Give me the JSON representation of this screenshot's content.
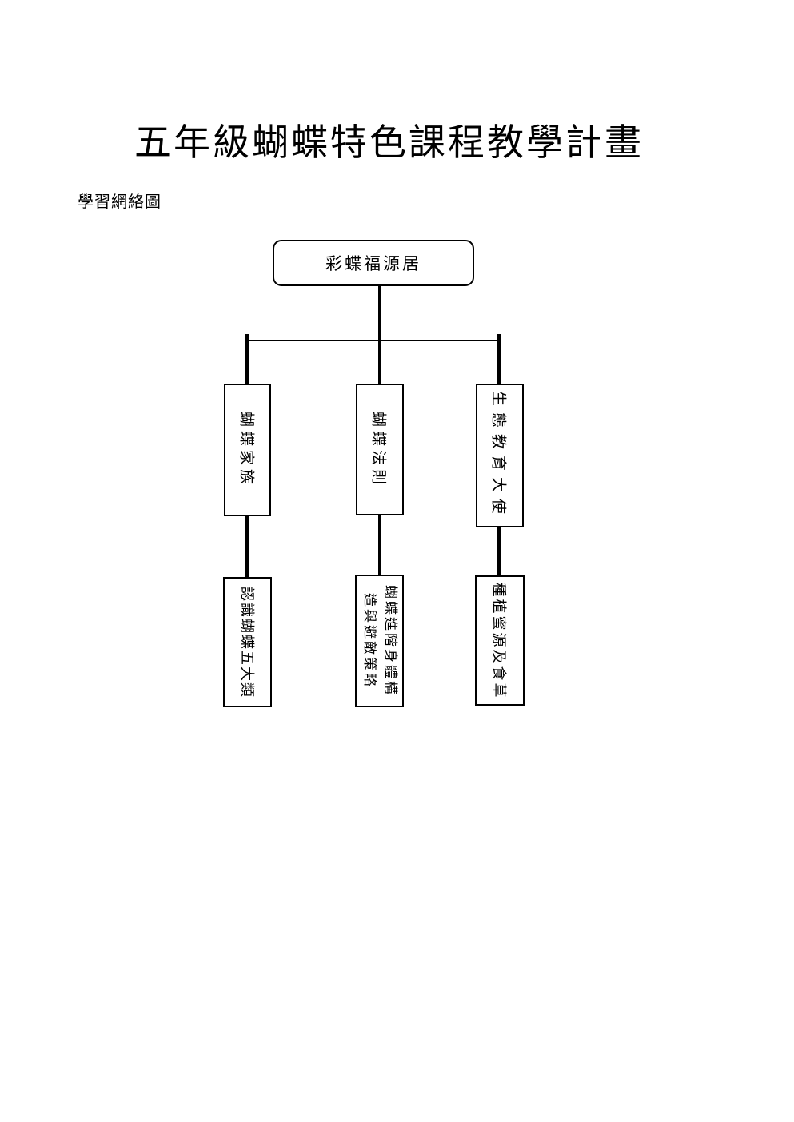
{
  "page": {
    "title": "五年級蝴蝶特色課程教學計畫",
    "caption": "學習網絡圖"
  },
  "diagram": {
    "root": {
      "label": "彩蝶福源居"
    },
    "branches": [
      {
        "node": "蝴蝶家族",
        "leaf_lines": [
          "認識蝴蝶五大類"
        ]
      },
      {
        "node": "蝴蝶法則",
        "leaf_lines": [
          "蝴蝶進階身體構",
          "造與避敵策略"
        ]
      },
      {
        "node": "生態教育大使",
        "leaf_lines": [
          "種植蜜源及食草"
        ]
      }
    ]
  },
  "colors": {
    "ink": "#000000",
    "paper": "#ffffff"
  }
}
